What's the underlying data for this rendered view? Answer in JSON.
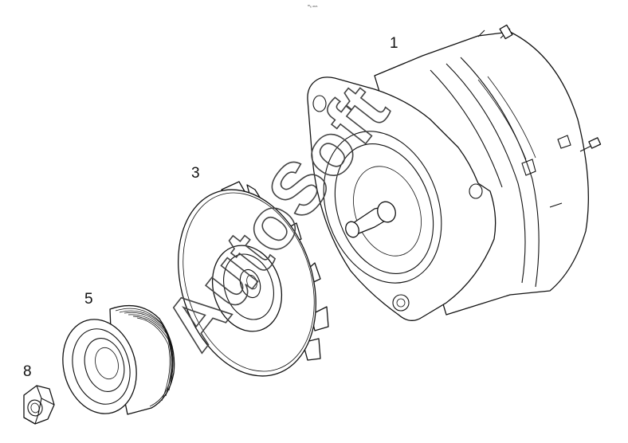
{
  "diagram": {
    "header_mark": "ᵐ₆ ₘₘ",
    "callouts": {
      "alternator": "1",
      "fan": "3",
      "pulley": "5",
      "nut": "8"
    },
    "watermark": "AutoSoft",
    "stroke_color": "#111111",
    "background_color": "#ffffff"
  }
}
